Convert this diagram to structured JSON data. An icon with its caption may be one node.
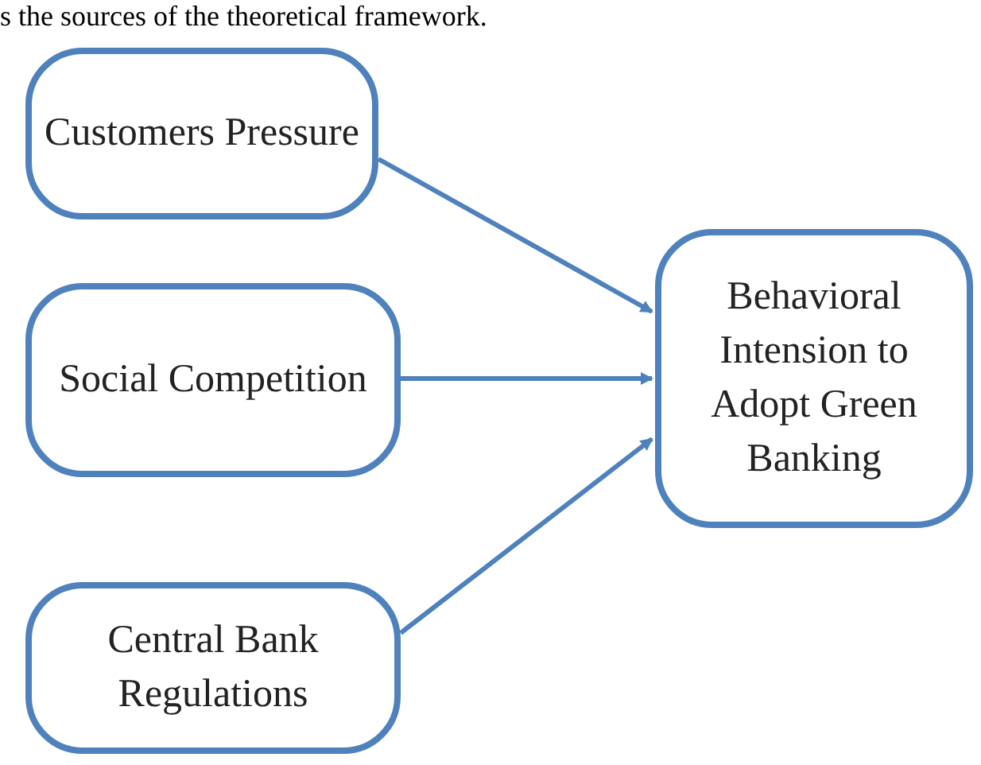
{
  "diagram": {
    "nodes": [
      {
        "text": [
          "Customers Pressure"
        ]
      },
      {
        "text": [
          "Social Competition"
        ]
      },
      {
        "text": [
          "Central Bank Regulations"
        ]
      },
      {
        "text": [
          "Behavioral Intension to Adopt Green Banking"
        ]
      }
    ],
    "edges": [
      {
        "from": 0,
        "to": 3,
        "arrow": "to"
      },
      {
        "from": 1,
        "to": 3,
        "arrow": "to"
      },
      {
        "from": 2,
        "to": 3,
        "arrow": "to"
      }
    ],
    "labels": [
      "s the sources of the theoretical framework."
    ]
  }
}
